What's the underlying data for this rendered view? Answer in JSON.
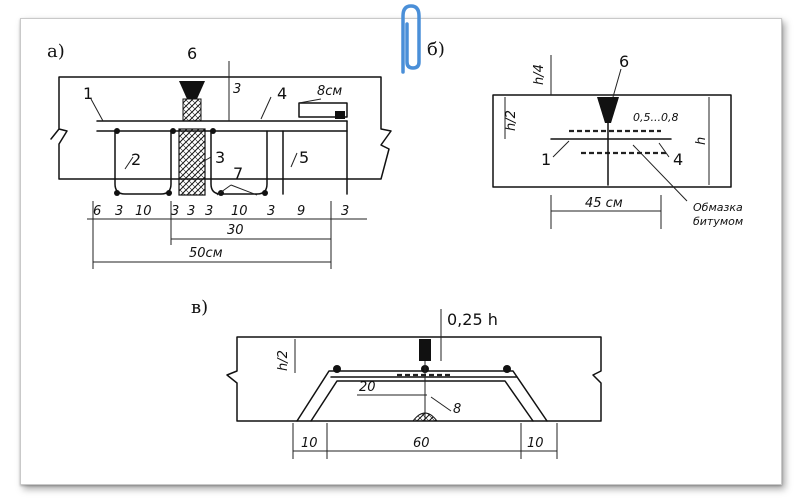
{
  "panels": {
    "a": {
      "letter": "а)"
    },
    "b": {
      "letter": "б)"
    },
    "v": {
      "letter": "в)"
    }
  },
  "panel_a": {
    "callouts": [
      "1",
      "2",
      "3",
      "4",
      "5",
      "6",
      "7"
    ],
    "top_dim": "8см",
    "v_mark": "3",
    "dims_row1": [
      "6",
      "3",
      "10",
      "3",
      "3",
      "3",
      "10",
      "3",
      "9",
      "3"
    ],
    "dim_30": "30",
    "dim_50": "50см"
  },
  "panel_b": {
    "callouts": [
      "6",
      "1",
      "4"
    ],
    "dim_h4": "h/4",
    "dim_h2": "h/2",
    "dim_h": "h",
    "dim_05": "0,5...0,8",
    "dim_45": "45 см",
    "note_line1": "Обмазка",
    "note_line2": "битумом"
  },
  "panel_v": {
    "dim_025h": "0,25 h",
    "dim_h2": "h/2",
    "dim_20": "20",
    "callout_8": "8",
    "dim_10_left": "10",
    "dim_60": "60",
    "dim_10_right": "10"
  },
  "colors": {
    "ink": "#111111",
    "paperclip": "#4a8fd8",
    "card_border": "#c9c9c9"
  }
}
